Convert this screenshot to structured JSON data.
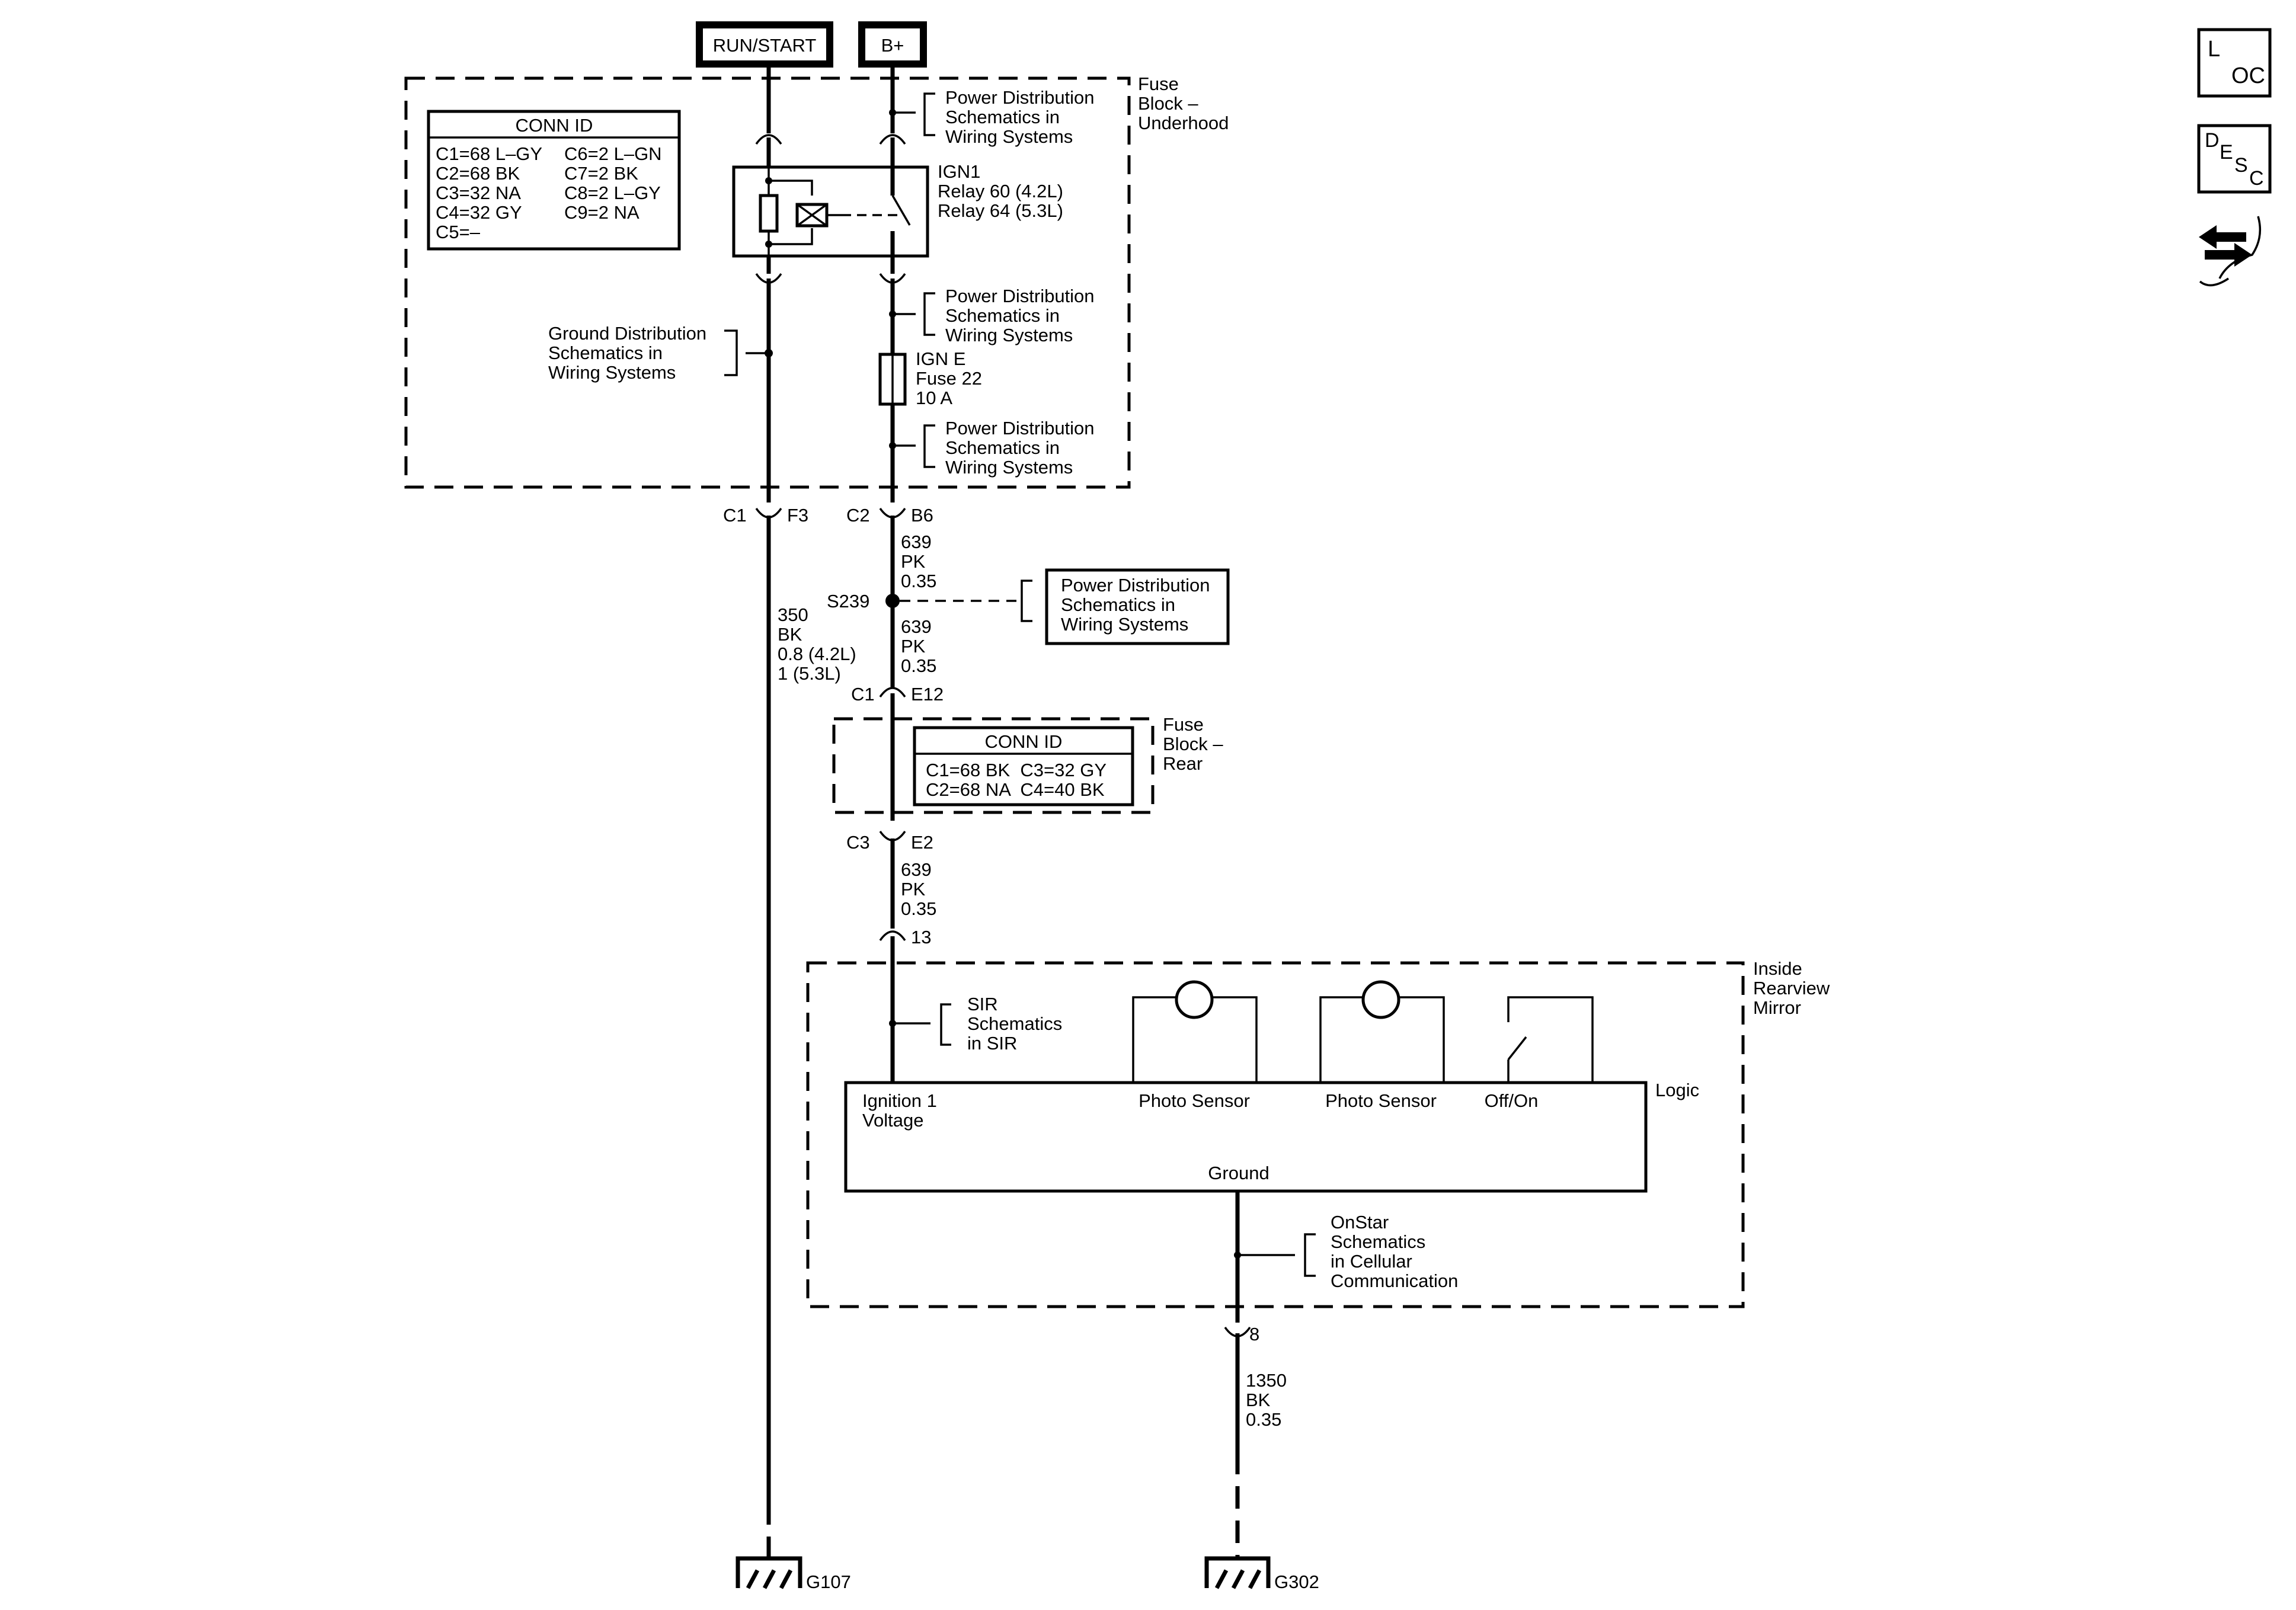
{
  "sources": {
    "run_start": "RUN/START",
    "b_plus": "B+"
  },
  "underhood": {
    "label": [
      "Fuse",
      "Block –",
      "Underhood"
    ],
    "conn_title": "CONN ID",
    "conn_left": [
      "C1=68 L–GY",
      "C2=68 BK",
      "C3=32 NA",
      "C4=32 GY",
      "C5=–"
    ],
    "conn_right": [
      "C6=2 L–GN",
      "C7=2 BK",
      "C8=2 L–GY",
      "C9=2 NA"
    ],
    "relay": [
      "IGN1",
      "Relay 60 (4.2L)",
      "Relay 64 (5.3L)"
    ],
    "pd1": [
      "Power Distribution",
      "Schematics in",
      "Wiring Systems"
    ],
    "pd2": [
      "Power Distribution",
      "Schematics in",
      "Wiring Systems"
    ],
    "pd3": [
      "Power Distribution",
      "Schematics in",
      "Wiring Systems"
    ],
    "gd": [
      "Ground Distribution",
      "Schematics in",
      "Wiring Systems"
    ],
    "fuse": [
      "IGN E",
      "Fuse 22",
      "10 A"
    ]
  },
  "connectors": {
    "c1": "C1",
    "f3": "F3",
    "c2": "C2",
    "b6": "B6",
    "c1_rear": "C1",
    "e12": "E12",
    "c3": "C3",
    "e2": "E2",
    "pin13": "13",
    "pin8": "8"
  },
  "wires": {
    "w639a": [
      "639",
      "PK",
      "0.35"
    ],
    "w639b": [
      "639",
      "PK",
      "0.35"
    ],
    "w639c": [
      "639",
      "PK",
      "0.35"
    ],
    "w350": [
      "350",
      "BK",
      "0.8 (4.2L)",
      "1 (5.3L)"
    ],
    "w1350": [
      "1350",
      "BK",
      "0.35"
    ]
  },
  "splice": {
    "label": "S239",
    "pd": [
      "Power Distribution",
      "Schematics in",
      "Wiring Systems"
    ]
  },
  "rear": {
    "label": [
      "Fuse",
      "Block –",
      "Rear"
    ],
    "conn_title": "CONN ID",
    "conn_rows": [
      "C1=68 BK  C3=32 GY",
      "C2=68 NA  C4=40 BK"
    ]
  },
  "mirror": {
    "label": [
      "Inside",
      "Rearview",
      "Mirror"
    ],
    "sir": [
      "SIR",
      "Schematics",
      "in SIR"
    ],
    "ignition": [
      "Ignition 1",
      "Voltage"
    ],
    "photo1": "Photo Sensor",
    "photo2": "Photo Sensor",
    "offon": "Off/On",
    "logic": "Logic",
    "ground": "Ground",
    "onstar": [
      "OnStar",
      "Schematics",
      "in Cellular",
      "Communication"
    ]
  },
  "grounds": {
    "g107": "G107",
    "g302": "G302"
  },
  "icons": {
    "loc_l": "L",
    "loc_oc": "OC",
    "desc_d": "D",
    "desc_e": "E",
    "desc_s": "S",
    "desc_c": "C"
  }
}
